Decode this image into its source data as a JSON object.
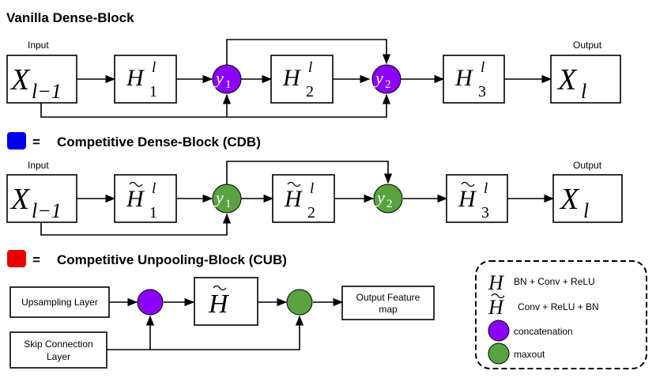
{
  "colors": {
    "cdb_swatch": "#0000ee",
    "cub_swatch": "#ee0000",
    "concat": "#8b00ff",
    "maxout": "#58a33f"
  },
  "vanilla": {
    "title": "Vanilla Dense-Block",
    "input_label": "Input",
    "output_label": "Output",
    "node_y1": "y",
    "node_y1_sub": "1",
    "node_y2": "y",
    "node_y2_sub": "2"
  },
  "cdb": {
    "equals": "=",
    "title": "Competitive Dense-Block (CDB)",
    "input_label": "Input",
    "output_label": "Output",
    "node_y1": "y",
    "node_y1_sub": "1",
    "node_y2": "y",
    "node_y2_sub": "2"
  },
  "cub": {
    "equals": "=",
    "title": "Competitive Unpooling-Block (CUB)",
    "upsampling": "Upsampling Layer",
    "skip_line1": "Skip Connection",
    "skip_line2": "Layer",
    "h_label": "H",
    "output_line1": "Output Feature",
    "output_line2": "map"
  },
  "math": {
    "x": "X",
    "x_in_sub": "l−1",
    "x_out_sub": "l",
    "h": "H",
    "h_sup": "l",
    "h1_sub": "1",
    "h2_sub": "2",
    "h3_sub": "3"
  },
  "legend": {
    "h_symbol": "H",
    "h_text": "BN + Conv + ReLU",
    "htilde_text": "Conv + ReLU + BN",
    "concat_text": "concatenation",
    "maxout_text": "maxout"
  }
}
